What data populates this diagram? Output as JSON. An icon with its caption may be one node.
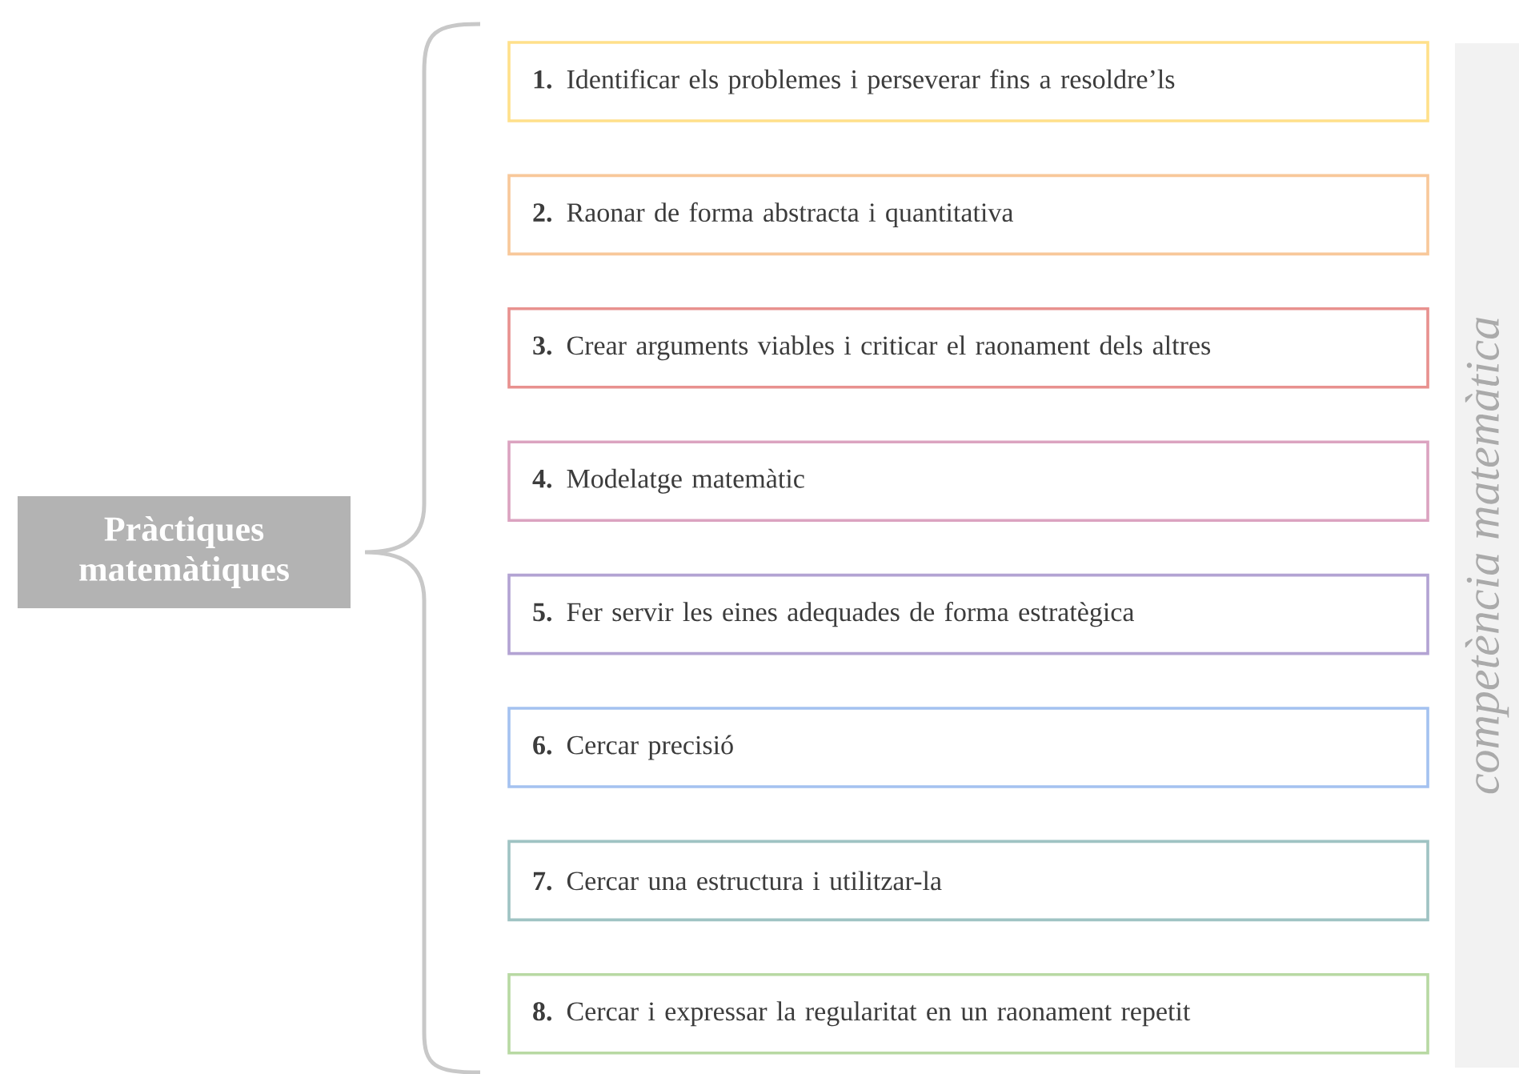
{
  "diagram": {
    "nodes": [
      {
        "text": [
          "Pràctiques matemàtiques"
        ]
      },
      {
        "text": [
          "**1.** Identificar els problemes i perseverar fins a resoldre’ls"
        ]
      },
      {
        "text": [
          "**2.** Raonar de forma abstracta i quantitativa"
        ]
      },
      {
        "text": [
          "**3.** Crear arguments viables i criticar el raonament dels altres"
        ]
      },
      {
        "text": [
          "**4.** Modelatge matemàtic"
        ]
      },
      {
        "text": [
          "**5.** Fer servir les eines adequades de forma estratègica"
        ]
      },
      {
        "text": [
          "**6.** Cercar precisió"
        ]
      },
      {
        "text": [
          "**7.** Cercar una estructura i utilitzar-la"
        ]
      },
      {
        "text": [
          "**8.** Cercar i expressar la regularitat en un raonament repetit"
        ]
      },
      {
        "text": [
          "competència matemàtica"
        ]
      }
    ],
    "edges": []
  }
}
